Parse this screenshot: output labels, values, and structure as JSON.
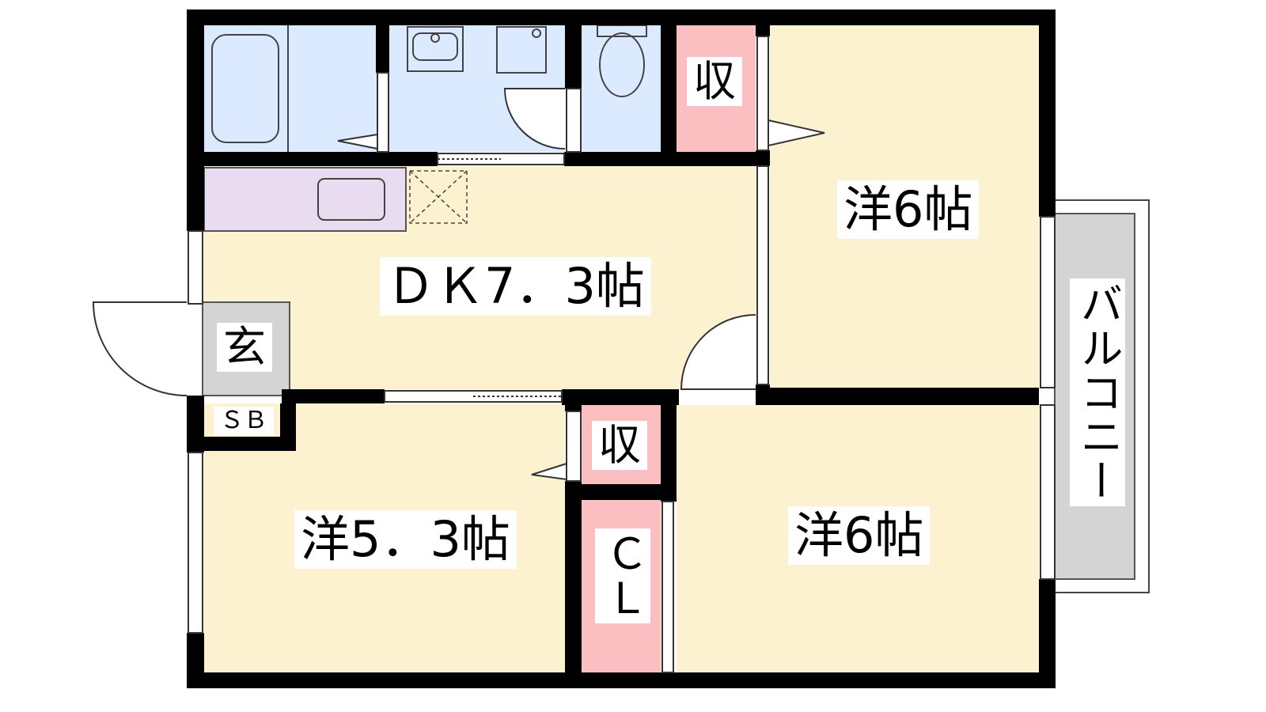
{
  "rooms": {
    "dk": "ＤＫ7．3帖",
    "western_ne": "洋6帖",
    "western_se": "洋6帖",
    "western_sw": "洋5．3帖",
    "entrance": "玄",
    "shoe_box": "ＳＢ",
    "storage_top": "収",
    "storage_mid": "収",
    "closet": "ＣＬ",
    "balcony": "バルコニー"
  },
  "colors": {
    "wall": "#000000",
    "room_floor": "#fdf2d0",
    "wet_area": "#dbeafe",
    "storage": "#fbbfc2",
    "kitchen": "#e9dcf0",
    "entrance_floor": "#d4d4d4",
    "balcony": "#d4d4d4"
  }
}
